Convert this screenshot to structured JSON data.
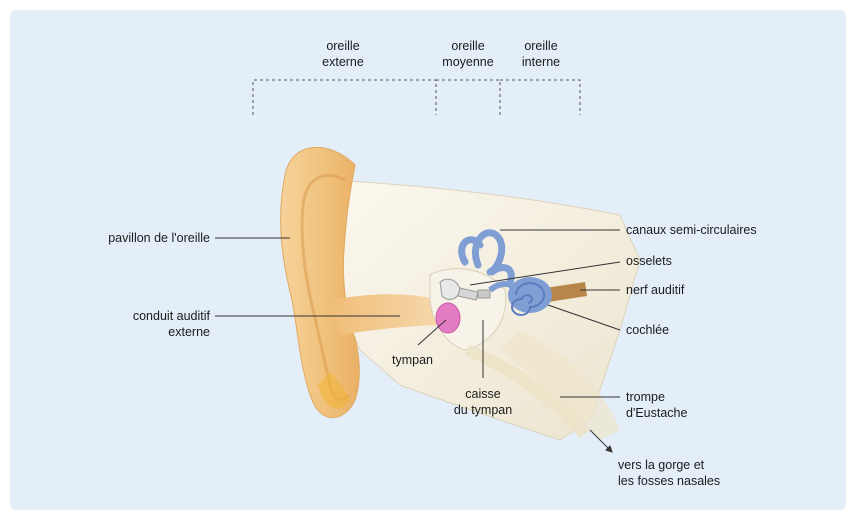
{
  "regions": {
    "outer": [
      "oreille",
      "externe"
    ],
    "middle": [
      "oreille",
      "moyenne"
    ],
    "inner": [
      "oreille",
      "interne"
    ]
  },
  "labels": {
    "pinna": "pavillon de l'oreille",
    "ear_canal": [
      "conduit auditif",
      "externe"
    ],
    "eardrum": "tympan",
    "tympanic_cavity": [
      "caisse",
      "du tympan"
    ],
    "semicircular_canals": "canaux semi-circulaires",
    "ossicles": "osselets",
    "auditory_nerve": "nerf auditif",
    "cochlea": "cochlée",
    "eustachian_tube": [
      "trompe",
      "d'Eustache"
    ],
    "throat": [
      "vers la gorge et",
      "les fosses nasales"
    ]
  },
  "colors": {
    "panel": "#e3eef8",
    "skin": "#f4c98a",
    "skin_dark": "#e6a95a",
    "cavity": "#f5f1e4",
    "inner_ear": "#7f9fd4",
    "eardrum": "#e47cc4",
    "nerve": "#b8864a"
  }
}
